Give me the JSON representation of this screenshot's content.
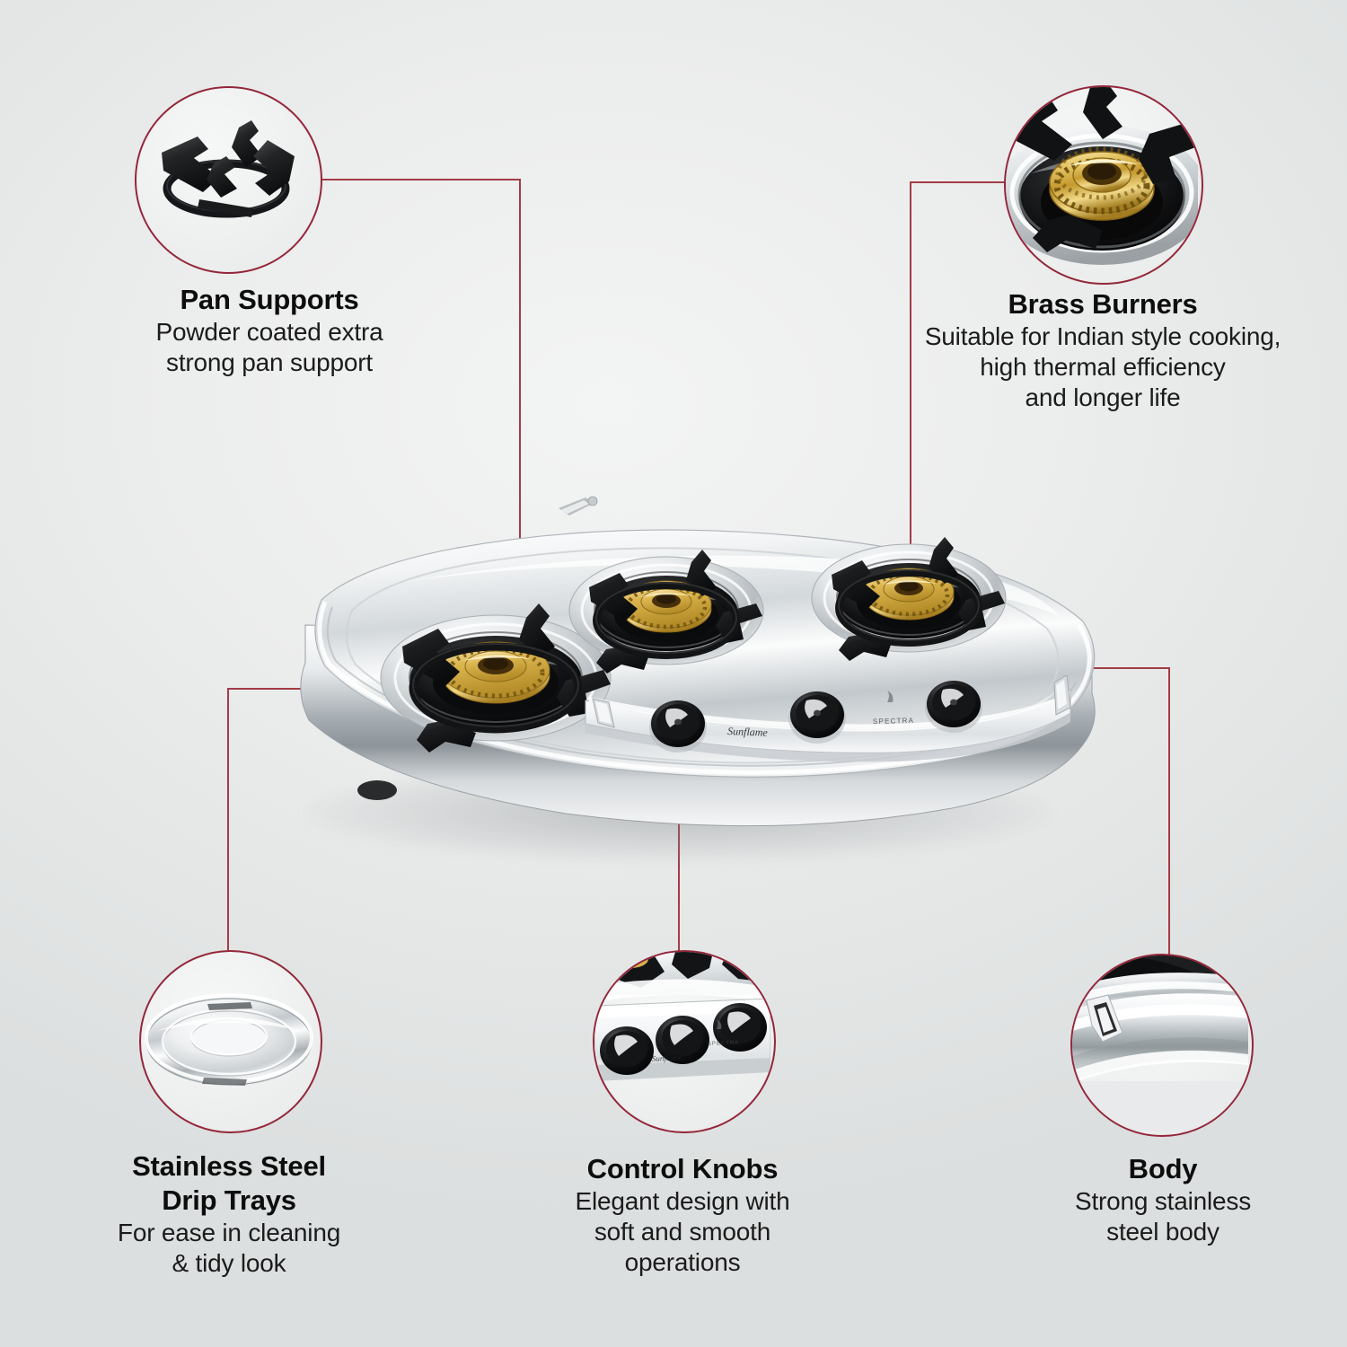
{
  "product": {
    "name": "Sunflame Spectra 3 Burner Gas Stove",
    "brand_mark": "Sunflame",
    "model_mark": "SPECTRA",
    "burner_count": 3,
    "knob_count": 3,
    "finish": "stainless steel"
  },
  "theme": {
    "background_light": "#f3f4f4",
    "background_dark": "#dcdfdf",
    "accent_line": "#a33c46",
    "bubble_border": "#93273a",
    "title_color": "#0d0d0d",
    "body_color": "#1b1b1b",
    "brass": "#d9b24a",
    "steel_light": "#fdfdfd",
    "steel_dark": "#8e9396",
    "grate_black": "#161616"
  },
  "callouts": [
    {
      "id": "pan-supports",
      "title": "Pan Supports",
      "desc_lines": [
        "Powder coated extra",
        "strong pan support"
      ],
      "icon": "pan-support-trivet-icon",
      "position": "top-left"
    },
    {
      "id": "brass-burners",
      "title": "Brass Burners",
      "desc_lines": [
        "Suitable for Indian style cooking,",
        "high thermal efficiency",
        "and longer life"
      ],
      "icon": "brass-burner-closeup-icon",
      "position": "top-right"
    },
    {
      "id": "drip-trays",
      "title_lines": [
        "Stainless Steel",
        "Drip Trays"
      ],
      "title": "Stainless Steel Drip Trays",
      "desc_lines": [
        "For ease in cleaning",
        "& tidy look"
      ],
      "icon": "drip-tray-icon",
      "position": "bottom-left"
    },
    {
      "id": "control-knobs",
      "title": "Control Knobs",
      "desc_lines": [
        "Elegant design with",
        "soft and smooth",
        "operations"
      ],
      "icon": "control-knobs-closeup-icon",
      "position": "bottom-center"
    },
    {
      "id": "body",
      "title": "Body",
      "desc_lines": [
        "Strong stainless",
        "steel body"
      ],
      "icon": "stainless-body-closeup-icon",
      "position": "bottom-right"
    }
  ]
}
